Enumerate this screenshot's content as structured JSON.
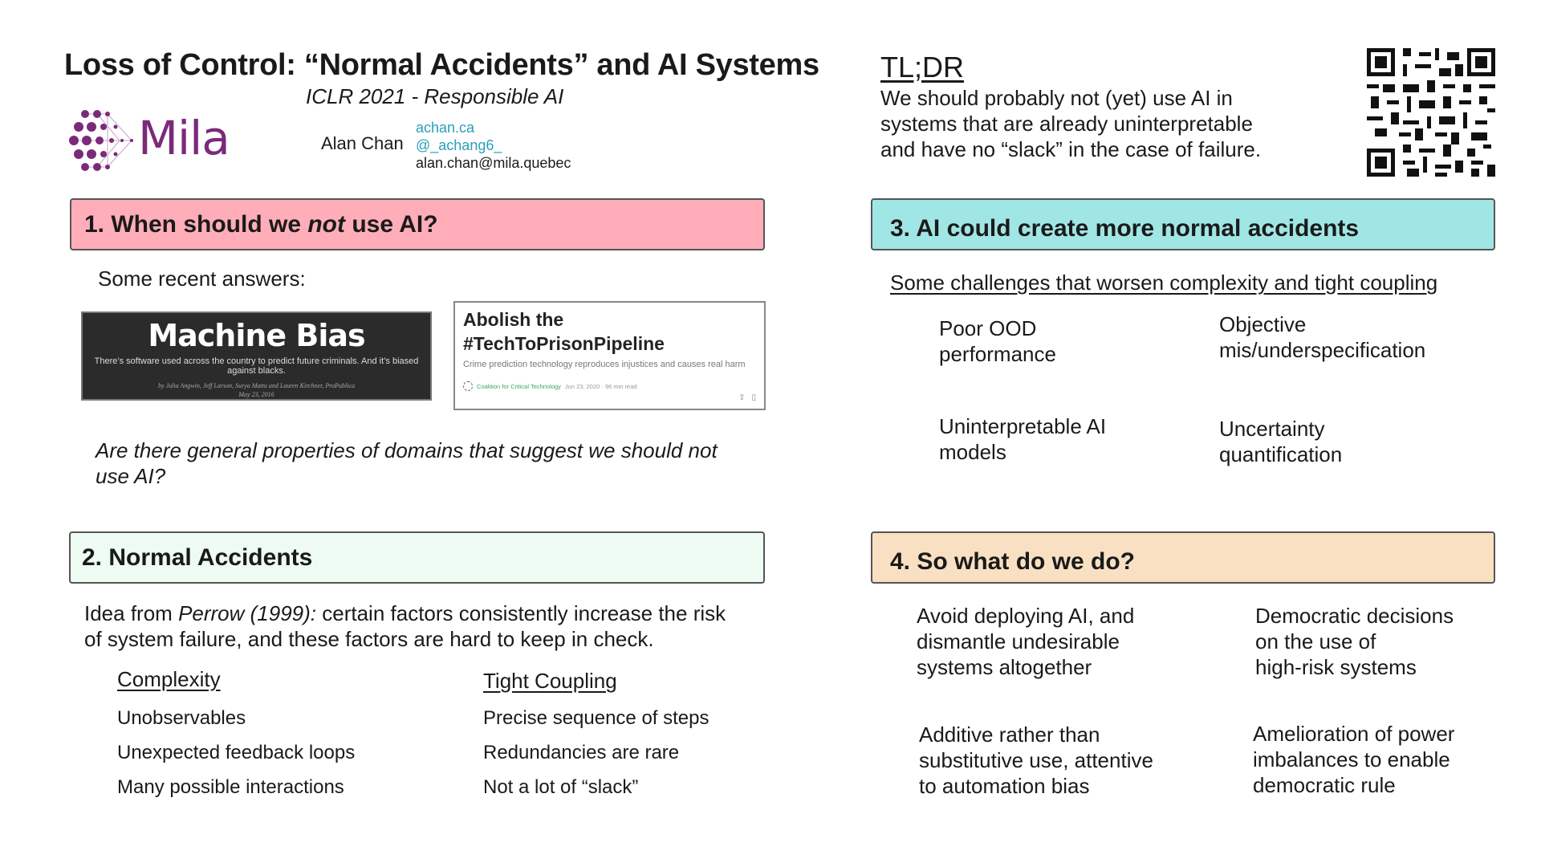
{
  "header": {
    "title": "Loss of Control: “Normal Accidents” and AI Systems",
    "subtitle": "ICLR 2021 - Responsible AI",
    "logo_text": "Mila",
    "author": "Alan Chan",
    "links": [
      "achan.ca",
      "@_achang6_"
    ],
    "email": "alan.chan@mila.quebec"
  },
  "tldr": {
    "heading": "TL;DR",
    "lines": [
      "We should probably not (yet) use AI in",
      "systems that are already uninterpretable",
      "and have no “slack” in the case of failure."
    ]
  },
  "section1": {
    "heading_pre": "1. When should we ",
    "heading_em": "not",
    "heading_post": " use AI?",
    "intro": "Some recent answers:",
    "card1": {
      "headline": "Machine Bias",
      "dek": "There’s software used across the country to predict future criminals. And it’s biased against blacks.",
      "byline": "by Julia Angwin, Jeff Larson, Surya Mattu and Lauren Kirchner, ProPublica",
      "date": "May 23, 2016"
    },
    "card2": {
      "headline_line1": "Abolish the",
      "headline_line2": "#TechToPrisonPipeline",
      "dek": "Crime prediction technology reproduces injustices and causes real harm",
      "org": "Coalition for Critical Technology",
      "meta": "Jun 23, 2020 · 96 min read"
    },
    "question_line1": "Are there general properties of domains that suggest we should not",
    "question_line2": "use AI?"
  },
  "section2": {
    "heading": "2. Normal Accidents",
    "idea_pre": "Idea from ",
    "idea_em": "Perrow (1999):",
    "idea_post": " certain factors consistently increase the risk",
    "idea_line2": "of system failure, and these factors are hard to keep in check.",
    "complexity": {
      "heading": "Complexity",
      "items": [
        "Unobservables",
        "Unexpected feedback loops",
        "Many possible interactions"
      ]
    },
    "coupling": {
      "heading": "Tight Coupling",
      "items": [
        "Precise sequence of steps",
        "Redundancies are rare",
        "Not a lot of “slack”"
      ]
    }
  },
  "section3": {
    "heading": "3. AI could create more normal accidents",
    "subheading": "Some challenges that worsen complexity and tight coupling",
    "items": [
      [
        "Poor OOD",
        "performance"
      ],
      [
        "Objective",
        "mis/underspecification"
      ],
      [
        "Uninterpretable AI",
        "models"
      ],
      [
        "Uncertainty",
        "quantification"
      ]
    ]
  },
  "section4": {
    "heading": "4. So what do we do?",
    "items": [
      [
        "Avoid deploying AI, and",
        "dismantle undesirable",
        "systems altogether"
      ],
      [
        "Democratic decisions",
        "on the use of",
        "high-risk systems"
      ],
      [
        "Additive rather than",
        "substitutive use, attentive",
        "to automation bias"
      ],
      [
        "Amelioration of power",
        "imbalances to enable",
        "democratic rule"
      ]
    ]
  },
  "colors": {
    "section1": "#ffadb9",
    "section2": "#eefbf2",
    "section3": "#a0e6e5",
    "section4": "#fae0c2",
    "mila_purple": "#7b2a7a",
    "link": "#2a9fb8"
  },
  "icons": [
    "mila-logo-icon",
    "qr-code-icon",
    "share-icon",
    "bookmark-icon"
  ]
}
